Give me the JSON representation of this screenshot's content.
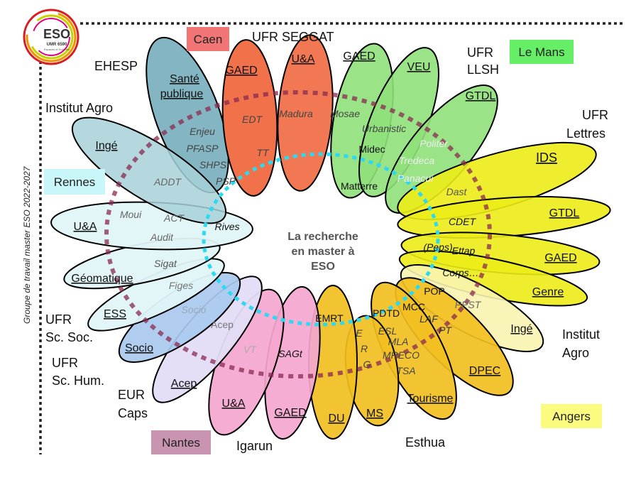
{
  "logo": {
    "name": "ESO",
    "subtitle": "UMR 6590",
    "tagline": "Espaces et Sociétés"
  },
  "side_title": "Groupe de travail master ESO 2022-2027",
  "center": [
    "La recherche",
    "en master à",
    "ESO"
  ],
  "sites": [
    {
      "key": "caen",
      "label": "Caen",
      "color": "#f27575"
    },
    {
      "key": "lemans",
      "label": "Le Mans",
      "color": "#66ee66"
    },
    {
      "key": "rennes",
      "label": "Rennes",
      "color": "#c9f7f9"
    },
    {
      "key": "angers",
      "label": "Angers",
      "color": "#fbfb80"
    },
    {
      "key": "nantes",
      "label": "Nantes",
      "color": "#c994b0"
    }
  ],
  "labels": [
    "UFR SEGGAT",
    "UFR",
    "LLSH",
    "EHESP",
    "Institut Agro",
    "UFR",
    "Lettres",
    "UFR",
    "Sc. Soc.",
    "UFR",
    "Sc. Hum.",
    "EUR",
    "Caps",
    "Igarun",
    "Esthua",
    "Institut",
    "Agro"
  ],
  "petals": [
    {
      "title": "Santé publique",
      "items": [
        "Enjeu",
        "PFASP",
        "SHPS",
        "PSP"
      ]
    },
    {
      "title": "GAED",
      "items": [
        "EDT",
        "TT"
      ]
    },
    {
      "title": "U&A",
      "items": [
        "Madura"
      ]
    },
    {
      "title": "GAED",
      "items": [
        "Mosae",
        "Urbanistic",
        "Midec",
        "Matterre"
      ]
    },
    {
      "title": "VEU",
      "items": []
    },
    {
      "title": "GTDL",
      "items": [
        "Politer",
        "Tredeca",
        "Panacui"
      ]
    },
    {
      "title": "IDS",
      "items": [
        "Dast"
      ]
    },
    {
      "title": "GTDL",
      "items": [
        "CDET"
      ]
    },
    {
      "title": "GAED",
      "items": [
        "(Peps)",
        "Ettap"
      ]
    },
    {
      "title": "Genre",
      "items": [
        "Corps…"
      ]
    },
    {
      "title": "Ingé",
      "items": [
        "POP",
        "PPST"
      ]
    },
    {
      "title": "DPEC",
      "items": [
        "MCC",
        "LAF",
        "PT"
      ]
    },
    {
      "title": "Tourisme",
      "items": [
        "PDTD",
        "ESL",
        "MLA",
        "MRECO",
        "TSA"
      ]
    },
    {
      "title": "MS",
      "items": [
        "E",
        "R",
        "G"
      ]
    },
    {
      "title": "DU",
      "items": [
        "EMRT"
      ]
    },
    {
      "title": "GAED",
      "items": [
        "SAGt"
      ]
    },
    {
      "title": "U&A",
      "items": [
        "VT"
      ]
    },
    {
      "title": "Acep",
      "items": [
        "Acep"
      ]
    },
    {
      "title": "Socio",
      "items": [
        "Socio"
      ]
    },
    {
      "title": "ESS",
      "items": [
        "Figes"
      ]
    },
    {
      "title": "Géomatique",
      "items": [
        "Sigat"
      ]
    },
    {
      "title": "U&A",
      "items": [
        "Moui",
        "ACT",
        "Audit",
        "Rives"
      ]
    },
    {
      "title": "Ingé",
      "items": [
        "ADDT"
      ]
    }
  ]
}
